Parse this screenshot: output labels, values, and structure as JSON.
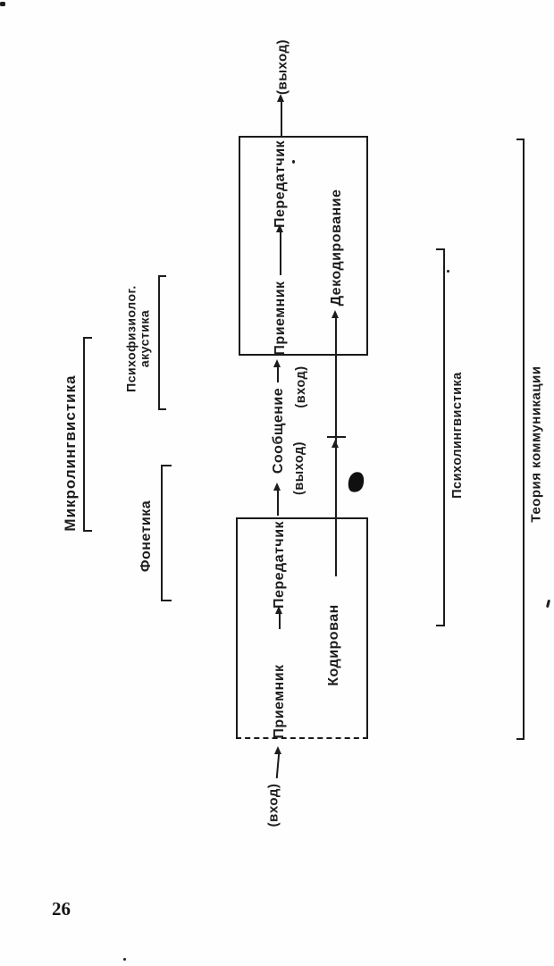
{
  "page": {
    "number": "26"
  },
  "diagram": {
    "io": {
      "output": "(выход)",
      "input": "(вход)"
    },
    "message": {
      "label": "Сообщение",
      "output": "(выход)",
      "input": "(вход)"
    },
    "listener_box": {
      "receiver": "Приемник",
      "transmitter": "Передатчик",
      "process": "Декодирование"
    },
    "speaker_box": {
      "receiver": "Приемник",
      "transmitter": "Передатчик",
      "process": "Кодирован"
    },
    "fields": {
      "microlinguistics": "Микролингвистика",
      "psychoacoustics_line1": "Психофизиолог.",
      "psychoacoustics_line2": "акустика",
      "phonetics": "Фонетика",
      "psycholinguistics": "Психолингвистика",
      "communication_theory": "Теория коммуникации"
    }
  },
  "colors": {
    "ink": "#1c1c1c",
    "paper": "#fefefe"
  }
}
